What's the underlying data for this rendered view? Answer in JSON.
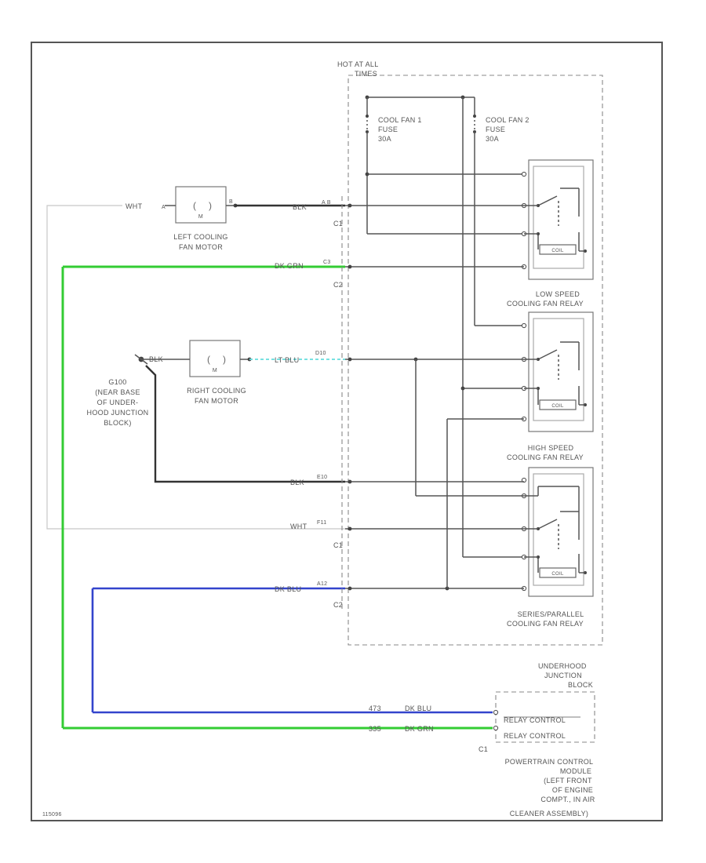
{
  "labels": {
    "hot_at_all_times": [
      "HOT AT ALL",
      "TIMES"
    ],
    "cool_fan_1_fuse": [
      "COOL FAN 1",
      "FUSE",
      "30A"
    ],
    "cool_fan_2_fuse": [
      "COOL FAN 2",
      "FUSE",
      "30A"
    ],
    "left_fan_motor": [
      "LEFT COOLING",
      "FAN MOTOR"
    ],
    "right_fan_motor": [
      "RIGHT COOLING",
      "FAN MOTOR"
    ],
    "ground_g100": [
      "G100",
      "(NEAR BASE",
      "OF UNDER-",
      "HOOD JUNCTION",
      "BLOCK)"
    ],
    "low_speed_relay": [
      "LOW SPEED",
      "COOLING FAN RELAY"
    ],
    "high_speed_relay": [
      "HIGH SPEED",
      "COOLING FAN RELAY"
    ],
    "series_parallel_relay": [
      "SERIES/PARALLEL",
      "COOLING FAN RELAY"
    ],
    "underhood_junction": [
      "UNDERHOOD",
      "JUNCTION",
      "BLOCK"
    ],
    "pcm": [
      "POWERTRAIN CONTROL",
      "MODULE",
      "(LEFT FRONT",
      "OF ENGINE",
      "COMPT., IN AIR",
      "CLEANER ASSEMBLY)"
    ],
    "relay_control_1": "RELAY CONTROL",
    "relay_control_2": "RELAY CONTROL",
    "motor_m": "M",
    "figure_id": "115096"
  },
  "connectors": {
    "c1_a": "C1",
    "c2_a": "C2",
    "c1_b": "C1",
    "c2_b": "C2",
    "c1_pcm": "C1"
  },
  "wires": {
    "left_motor_neg": "WHT",
    "left_motor_pos": "BLK",
    "left_pin_a": "A B",
    "green_wire": "DK GRN",
    "green_pin": "C3",
    "right_motor_gnd": "BLK",
    "right_motor_pos": "LT BLU",
    "right_pin": "D10",
    "ground_blk": "BLK",
    "ground_pin": "E10",
    "white_bottom": "WHT",
    "white_pin": "F11",
    "blue_wire": "DK BLU",
    "blue_pin": "A12",
    "pcm_pin_1": "473",
    "pcm_wire_1": "DK BLU",
    "pcm_pin_2": "335",
    "pcm_wire_2": "DK GRN"
  }
}
